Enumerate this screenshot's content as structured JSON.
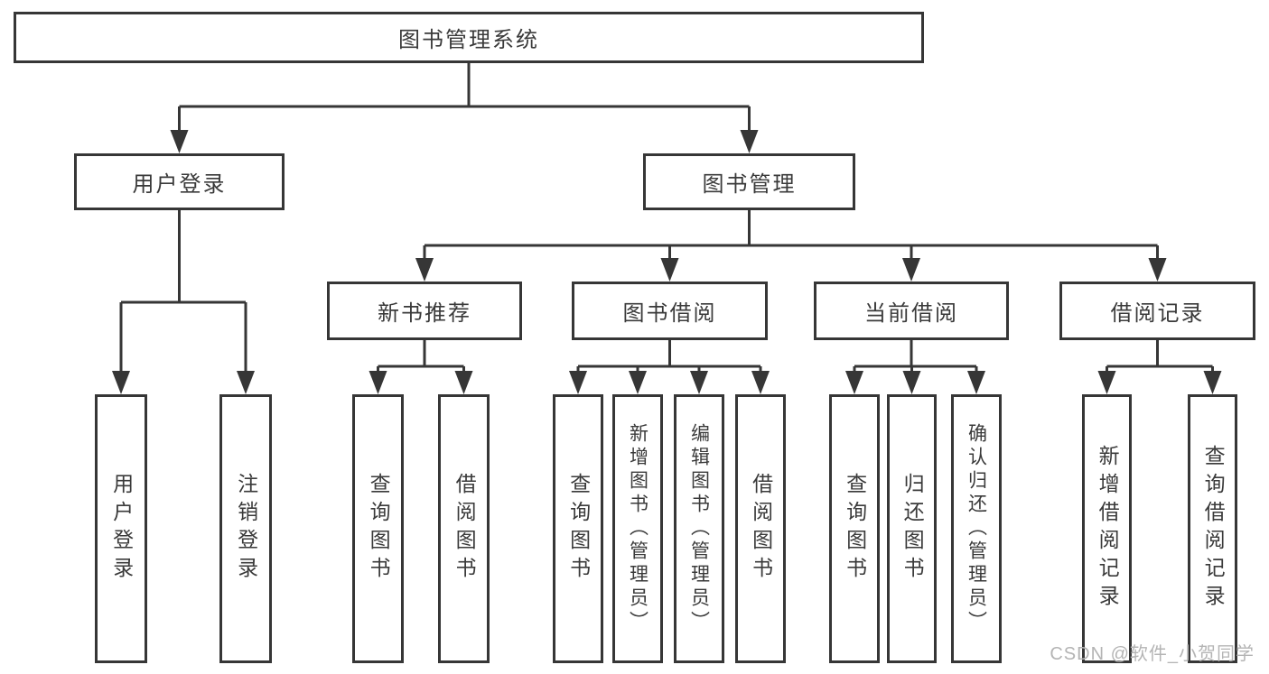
{
  "tree": {
    "root": "图书管理系统",
    "user_login": {
      "label": "用户登录",
      "children": [
        "用户登录",
        "注销登录"
      ]
    },
    "book_mgmt": {
      "label": "图书管理",
      "sections": [
        {
          "label": "新书推荐",
          "children": [
            "查询图书",
            "借阅图书"
          ]
        },
        {
          "label": "图书借阅",
          "children": [
            "查询图书",
            "新增图书（管理员）",
            "编辑图书（管理员）",
            "借阅图书"
          ]
        },
        {
          "label": "当前借阅",
          "children": [
            "查询图书",
            "归还图书",
            "确认归还（管理员）"
          ]
        },
        {
          "label": "借阅记录",
          "children": [
            "新增借阅记录",
            "查询借阅记录"
          ]
        }
      ]
    }
  },
  "watermark": "CSDN @软件_小贺同学",
  "colors": {
    "line": "#363636",
    "text": "#3a3a3a",
    "watermark": "#b4b4b4",
    "background": "#ffffff"
  }
}
